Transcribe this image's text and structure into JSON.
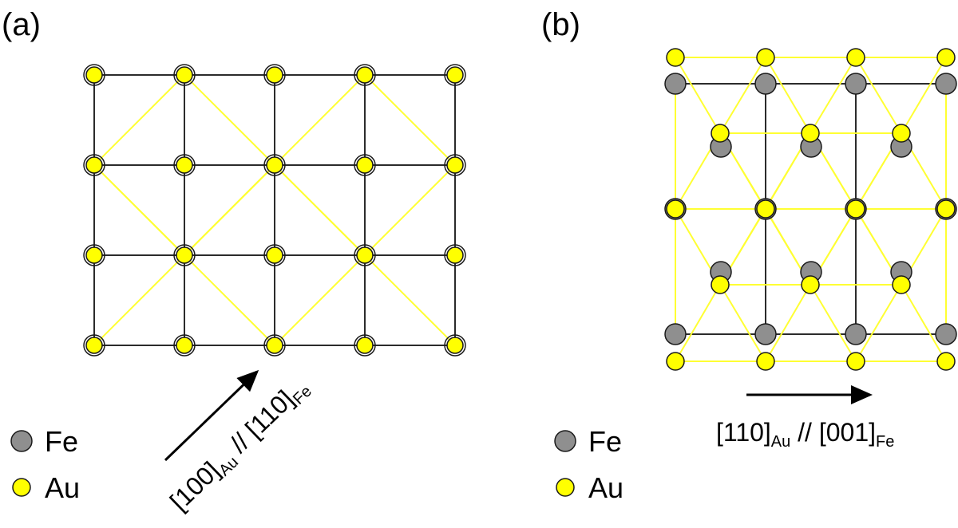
{
  "panel_a": {
    "label": "(a)",
    "arrow": {
      "main1": "[100]",
      "sub1": "Au",
      "sep": " // ",
      "main2": "[110]",
      "sub2": "Fe"
    },
    "legend": {
      "fe": "Fe",
      "au": "Au"
    }
  },
  "panel_b": {
    "label": "(b)",
    "arrow": {
      "main1": "[110]",
      "sub1": "Au",
      "sep": " // ",
      "main2": "[001]",
      "sub2": "Fe"
    },
    "legend": {
      "fe": "Fe",
      "au": "Au"
    }
  },
  "colors": {
    "fe": "#8f8f8f",
    "au": "#ffff00",
    "fe_bond": "#2b2b2b",
    "au_bond": "#ffff33"
  }
}
